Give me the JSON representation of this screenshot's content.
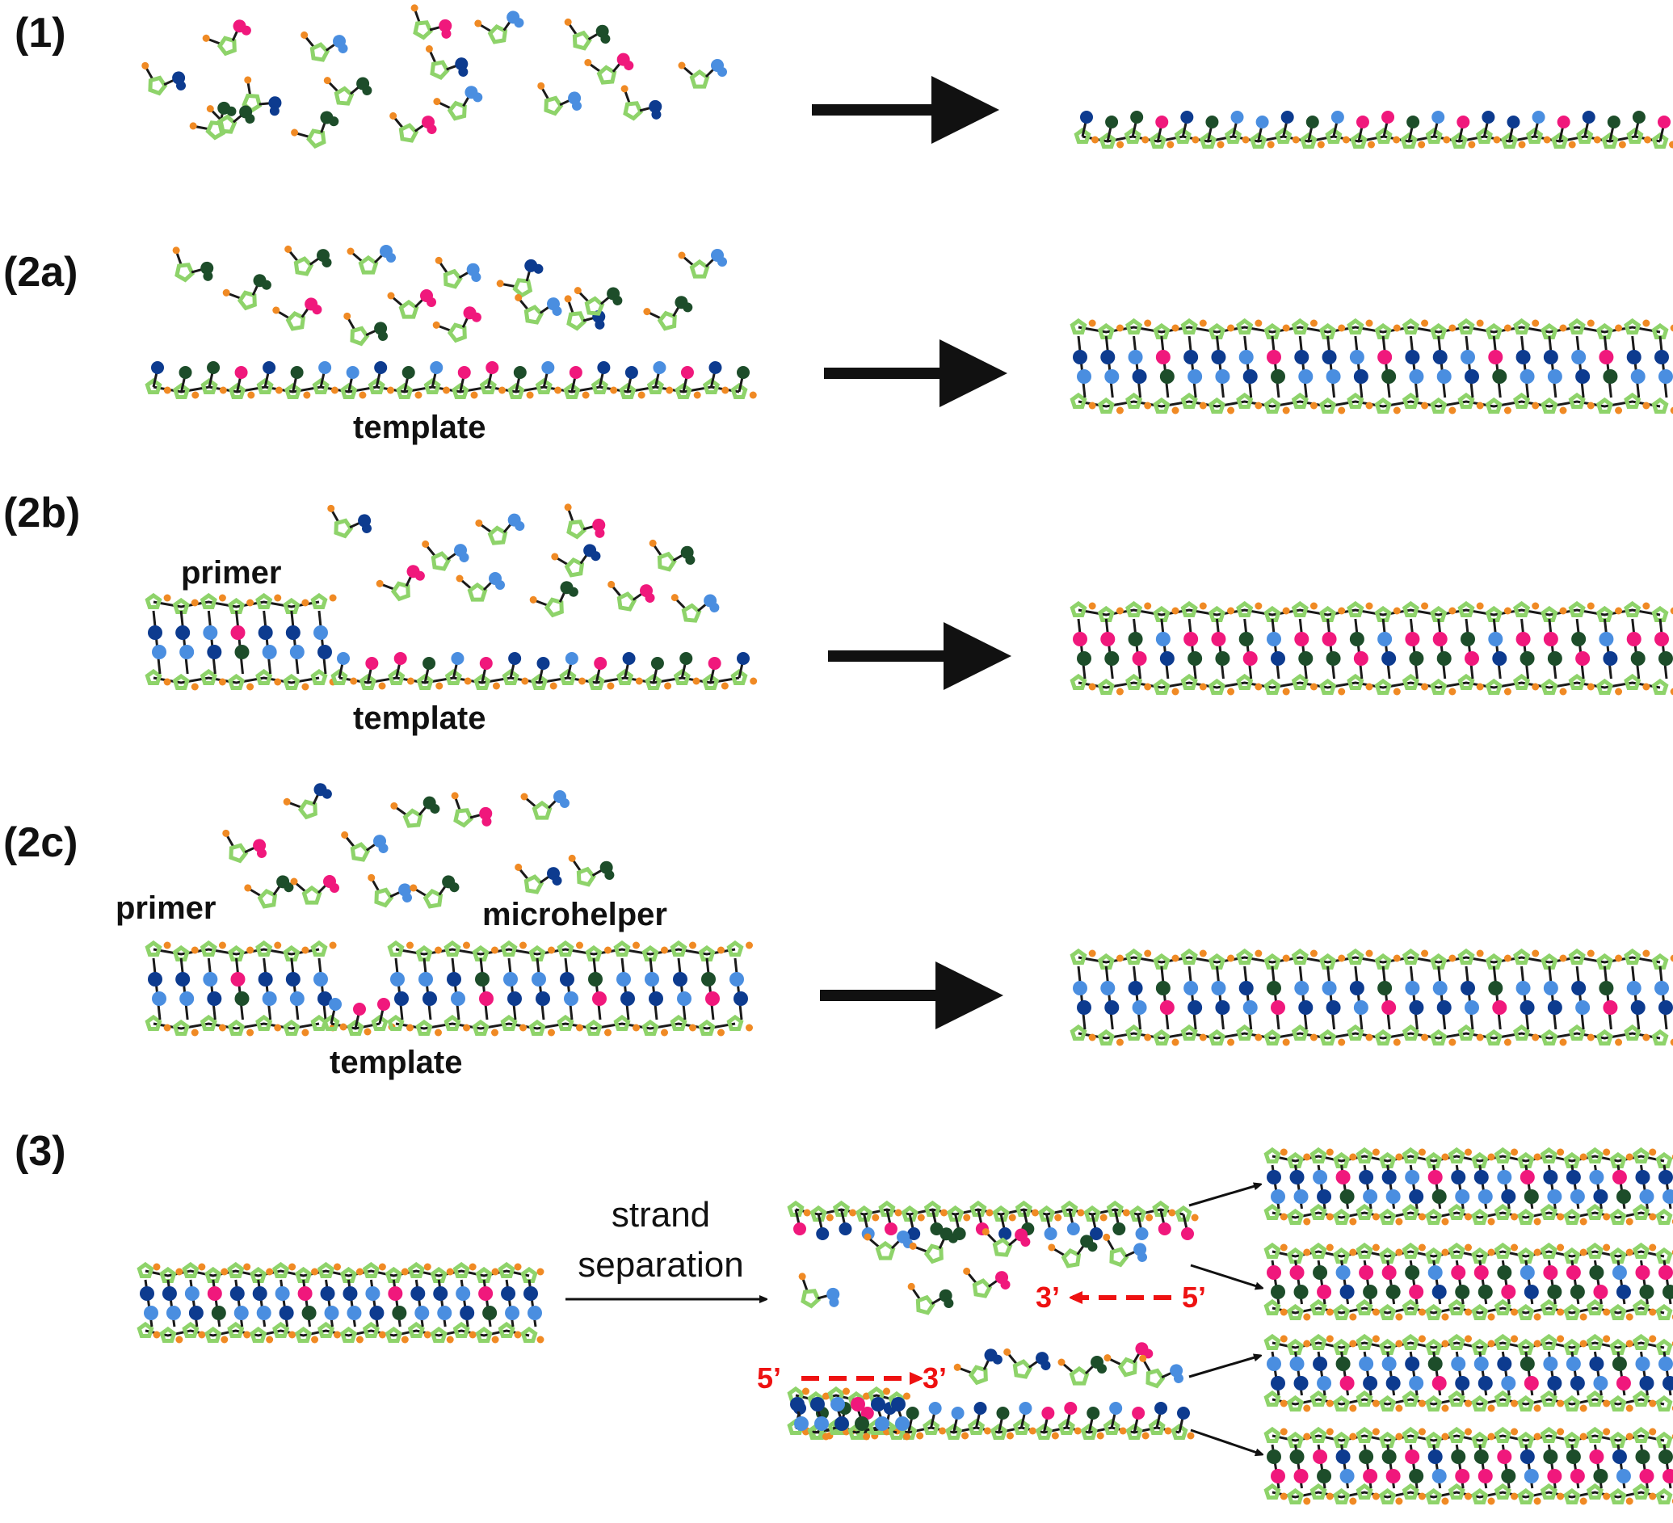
{
  "colors": {
    "backbone_sugar": "#8ed36a",
    "backbone_dot": "#f08a24",
    "bond": "#1a1a1a",
    "arrow": "#111111",
    "direction_arrow": "#ee1111",
    "base_palette": [
      "#0d3b8f",
      "#f0187c",
      "#4a8ee0",
      "#1d4d2a"
    ],
    "base_names": [
      "dark-blue-base",
      "magenta-base",
      "light-blue-base",
      "dark-green-base"
    ]
  },
  "panels": [
    {
      "id": "1",
      "label": "(1)",
      "mode": "random-polymerization"
    },
    {
      "id": "2a",
      "label": "(2a)",
      "mode": "template-copying",
      "labels": {
        "template": "template"
      }
    },
    {
      "id": "2b",
      "label": "(2b)",
      "mode": "primer-extension",
      "labels": {
        "primer": "primer",
        "template": "template"
      }
    },
    {
      "id": "2c",
      "label": "(2c)",
      "mode": "gap-filling",
      "labels": {
        "primer": "primer",
        "helper": "microhelper",
        "template": "template"
      }
    },
    {
      "id": "3",
      "label": "(3)",
      "mode": "replication-cycle",
      "labels": {
        "step_line1": "strand",
        "step_line2": "separation",
        "upper_5": "5’",
        "upper_3": "3’",
        "lower_5": "5’",
        "lower_3": "3’"
      }
    }
  ]
}
